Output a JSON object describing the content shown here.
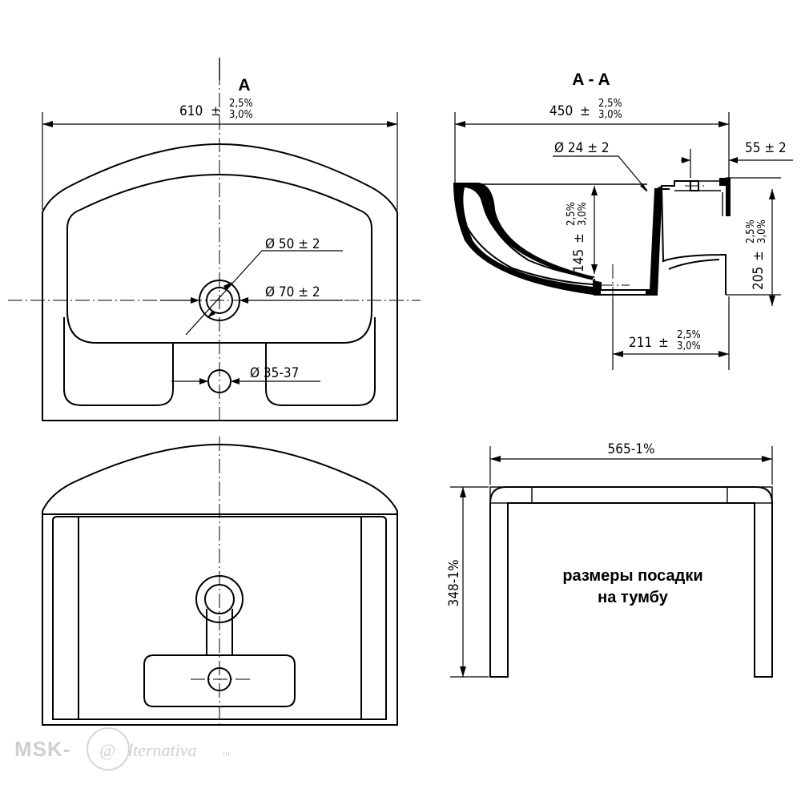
{
  "view_a": {
    "title": "A",
    "width_dim": {
      "base": "610",
      "pm": "±",
      "tol_upper": "2,5%",
      "tol_lower": "3,0%"
    },
    "hole_50": "Ø 50 ± 2",
    "hole_70": "Ø 70 ± 2",
    "hole_35": "Ø 35-37"
  },
  "section_aa": {
    "title": "A - A",
    "depth_dim": {
      "base": "450",
      "pm": "±",
      "tol_upper": "2,5%",
      "tol_lower": "3,0%"
    },
    "pipe": "Ø 24 ± 2",
    "offset": "55 ± 2",
    "bowl_height": {
      "base": "145",
      "pm": "±",
      "tol_upper": "2,5%",
      "tol_lower": "3,0%"
    },
    "total_height": {
      "base": "205",
      "pm": "±",
      "tol_upper": "2,5%",
      "tol_lower": "3,0%"
    },
    "drain_dim": {
      "base": "211",
      "pm": "±",
      "tol_upper": "2,5%",
      "tol_lower": "3,0%"
    }
  },
  "mounting": {
    "width": "565-1%",
    "depth": "348-1%",
    "note_line1": "размеры посадки",
    "note_line2": "на тумбу"
  },
  "watermark": {
    "brand_left": "MSK-",
    "brand_mark": "@",
    "brand_right": "lternativa",
    "brand_domain": ".ru"
  }
}
